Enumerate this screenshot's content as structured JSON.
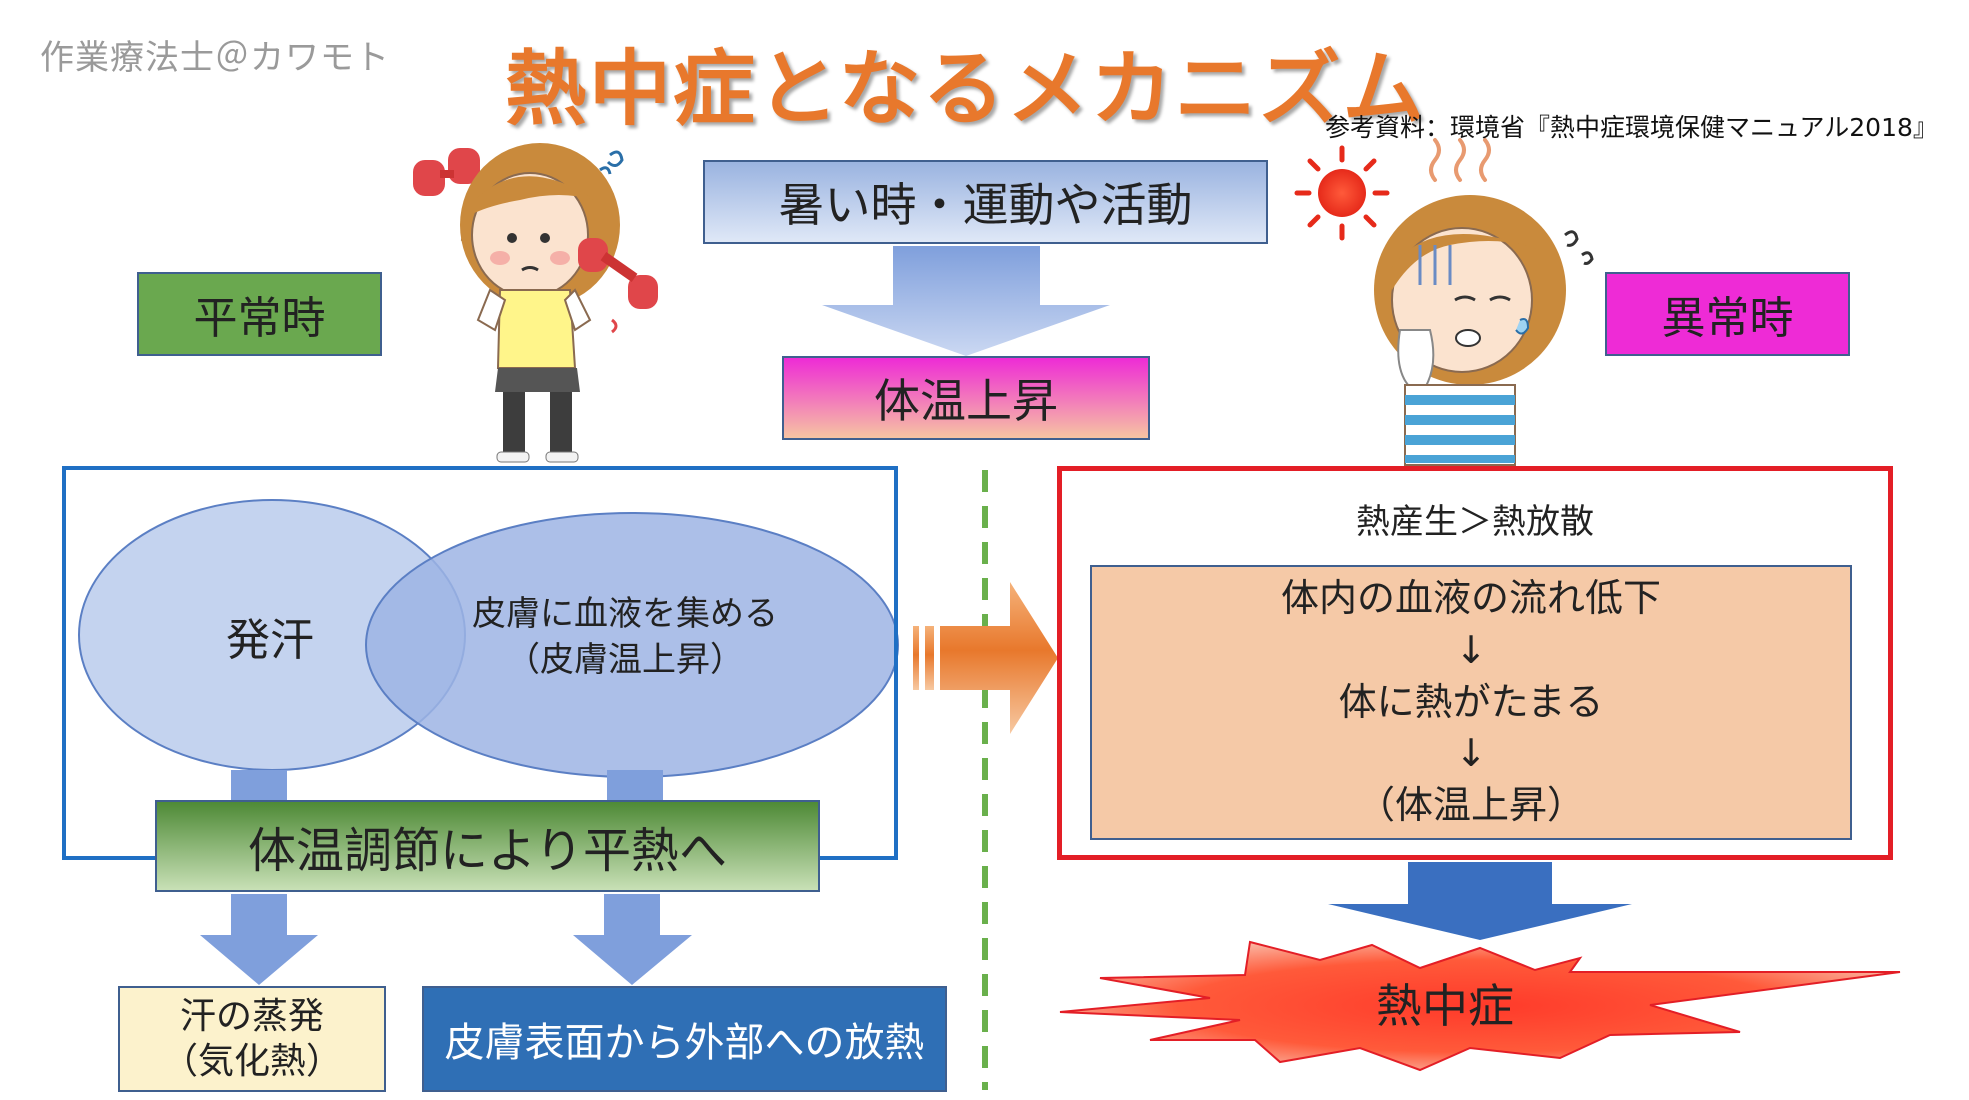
{
  "author": "作業療法士＠カワモト",
  "title": "熱中症となるメカニズム",
  "reference": "参考資料：環境省『熱中症環境保健マニュアル2018』",
  "normal_label": "平常時",
  "abnormal_label": "異常時",
  "hot_time": "暑い時・運動や活動",
  "temp_rise": "体温上昇",
  "left_panel": {
    "sweat": "発汗",
    "skin_blood_line1": "皮膚に血液を集める",
    "skin_blood_line2": "（皮膚温上昇）",
    "regulation": "体温調節により平熱へ",
    "evaporation_line1": "汗の蒸発",
    "evaporation_line2": "（気化熱）",
    "radiation": "皮膚表面から外部への放熱"
  },
  "right_panel": {
    "heading": "熱産生＞熱放散",
    "line1": "体内の血液の流れ低下",
    "arrow1": "↓",
    "line2": "体に熱がたまる",
    "arrow2": "↓",
    "line3": "（体温上昇）"
  },
  "heatstroke": "熱中症",
  "colors": {
    "title": "#e8782c",
    "normal": "#6aa84f",
    "abnormal": "#ee2bd6",
    "left_frame": "#1f6fc4",
    "right_frame": "#e31e26",
    "divider": "#6ab04c",
    "heatstroke_burst": "#ff2a1a"
  }
}
